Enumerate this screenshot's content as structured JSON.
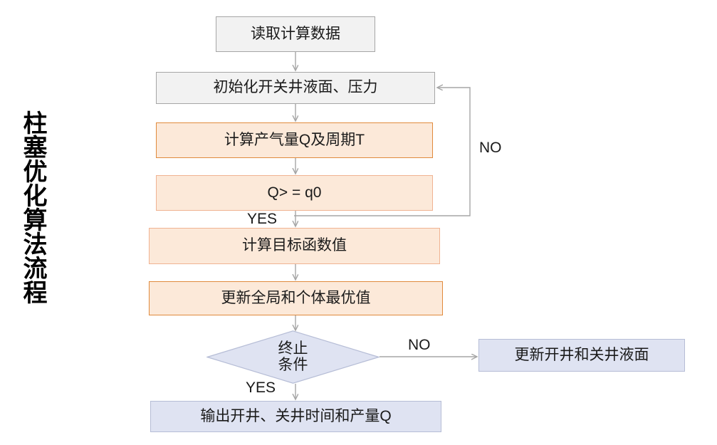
{
  "title": {
    "vertical_label": "柱塞优化算法流程"
  },
  "colors": {
    "background": "#ffffff",
    "gray_fill": "#f2f2f2",
    "gray_border": "#a6a6a6",
    "orange_fill": "#fce9d9",
    "orange_border": "#e08a3c",
    "orange_border_soft": "#f0b392",
    "blue_fill": "#dfe3f2",
    "blue_border": "#b6bdd6",
    "connector": "#a6a6a6",
    "text": "#1a1a1a"
  },
  "nodes": {
    "read_data": "读取计算数据",
    "init": "初始化开关井液面、压力",
    "calc_q_t": "计算产气量Q及周期T",
    "condition_q": "Q> = q0",
    "objective": "计算目标函数值",
    "update_best": "更新全局和个体最优值",
    "terminate_line1": "终止",
    "terminate_line2": "条件",
    "update_levels": "更新开井和关井液面",
    "output": "输出开井、关井时间和产量Q"
  },
  "edge_labels": {
    "no_loop_q": "NO",
    "yes_q": "YES",
    "no_terminate": "NO",
    "yes_terminate": "YES"
  }
}
